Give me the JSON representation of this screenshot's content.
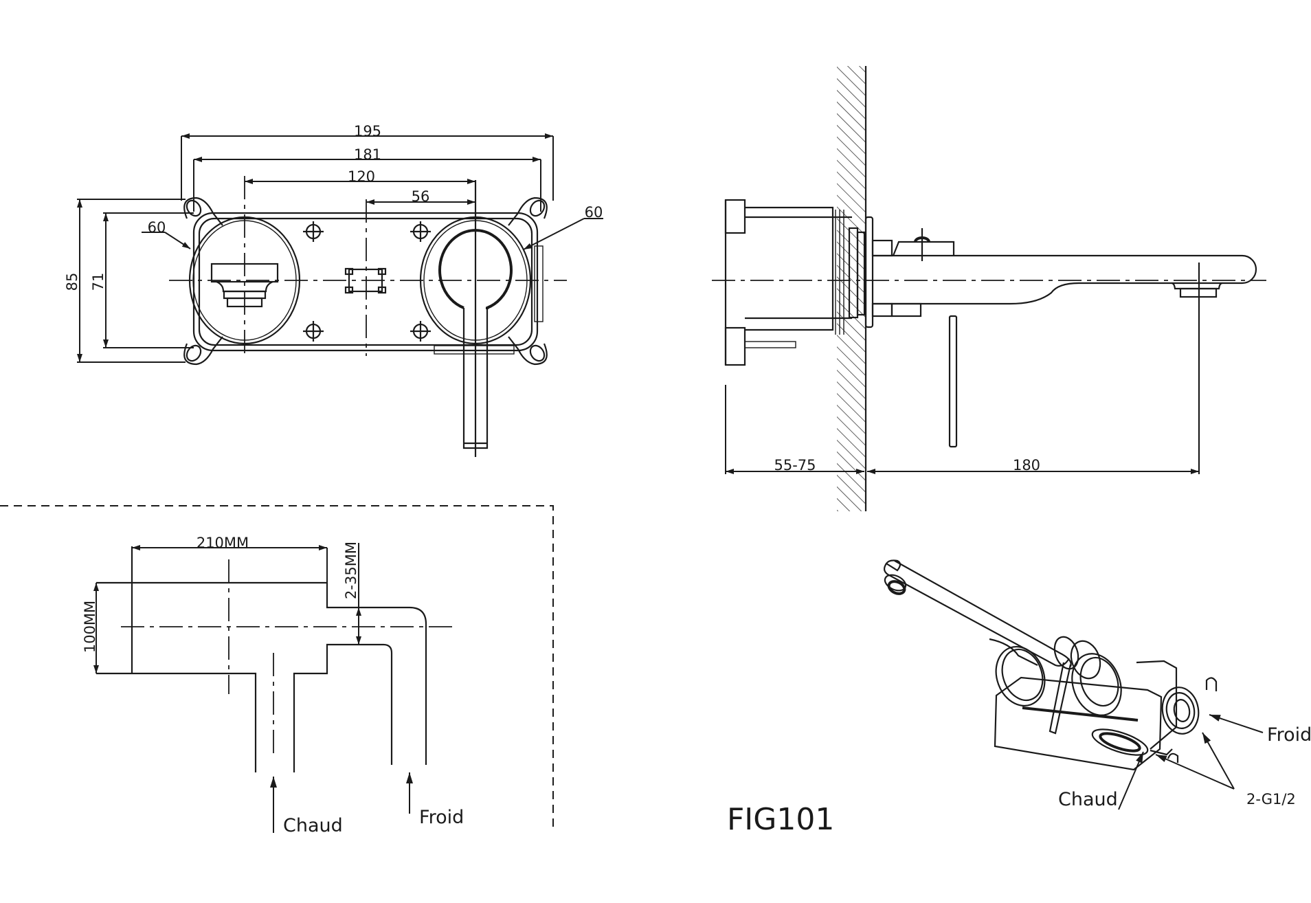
{
  "figure": {
    "title": "FIG101",
    "type": "technical drawing — wall-mounted basin mixer"
  },
  "front_view": {
    "dimensions": {
      "overall_width": "195",
      "fixing_hole_width": "181",
      "handle_to_spout_centres": "120",
      "centre_to_handle": "56",
      "overall_height": "85",
      "fixing_hole_height": "71",
      "left_rosette_diameter": "60",
      "right_rosette_diameter": "60"
    }
  },
  "side_view": {
    "dimensions": {
      "wall_depth": "55-75",
      "spout_projection": "180"
    }
  },
  "installation_view": {
    "dimensions": {
      "width": "210MM",
      "height": "100MM",
      "pipe_offset": "2-35MM"
    },
    "labels": {
      "hot": "Chaud",
      "cold": "Froid"
    }
  },
  "isometric_view": {
    "labels": {
      "cold": "Froid",
      "hot": "Chaud",
      "connection": "2-G1/2"
    }
  },
  "colors": {
    "line": "#1a1a1a",
    "background": "#ffffff"
  }
}
